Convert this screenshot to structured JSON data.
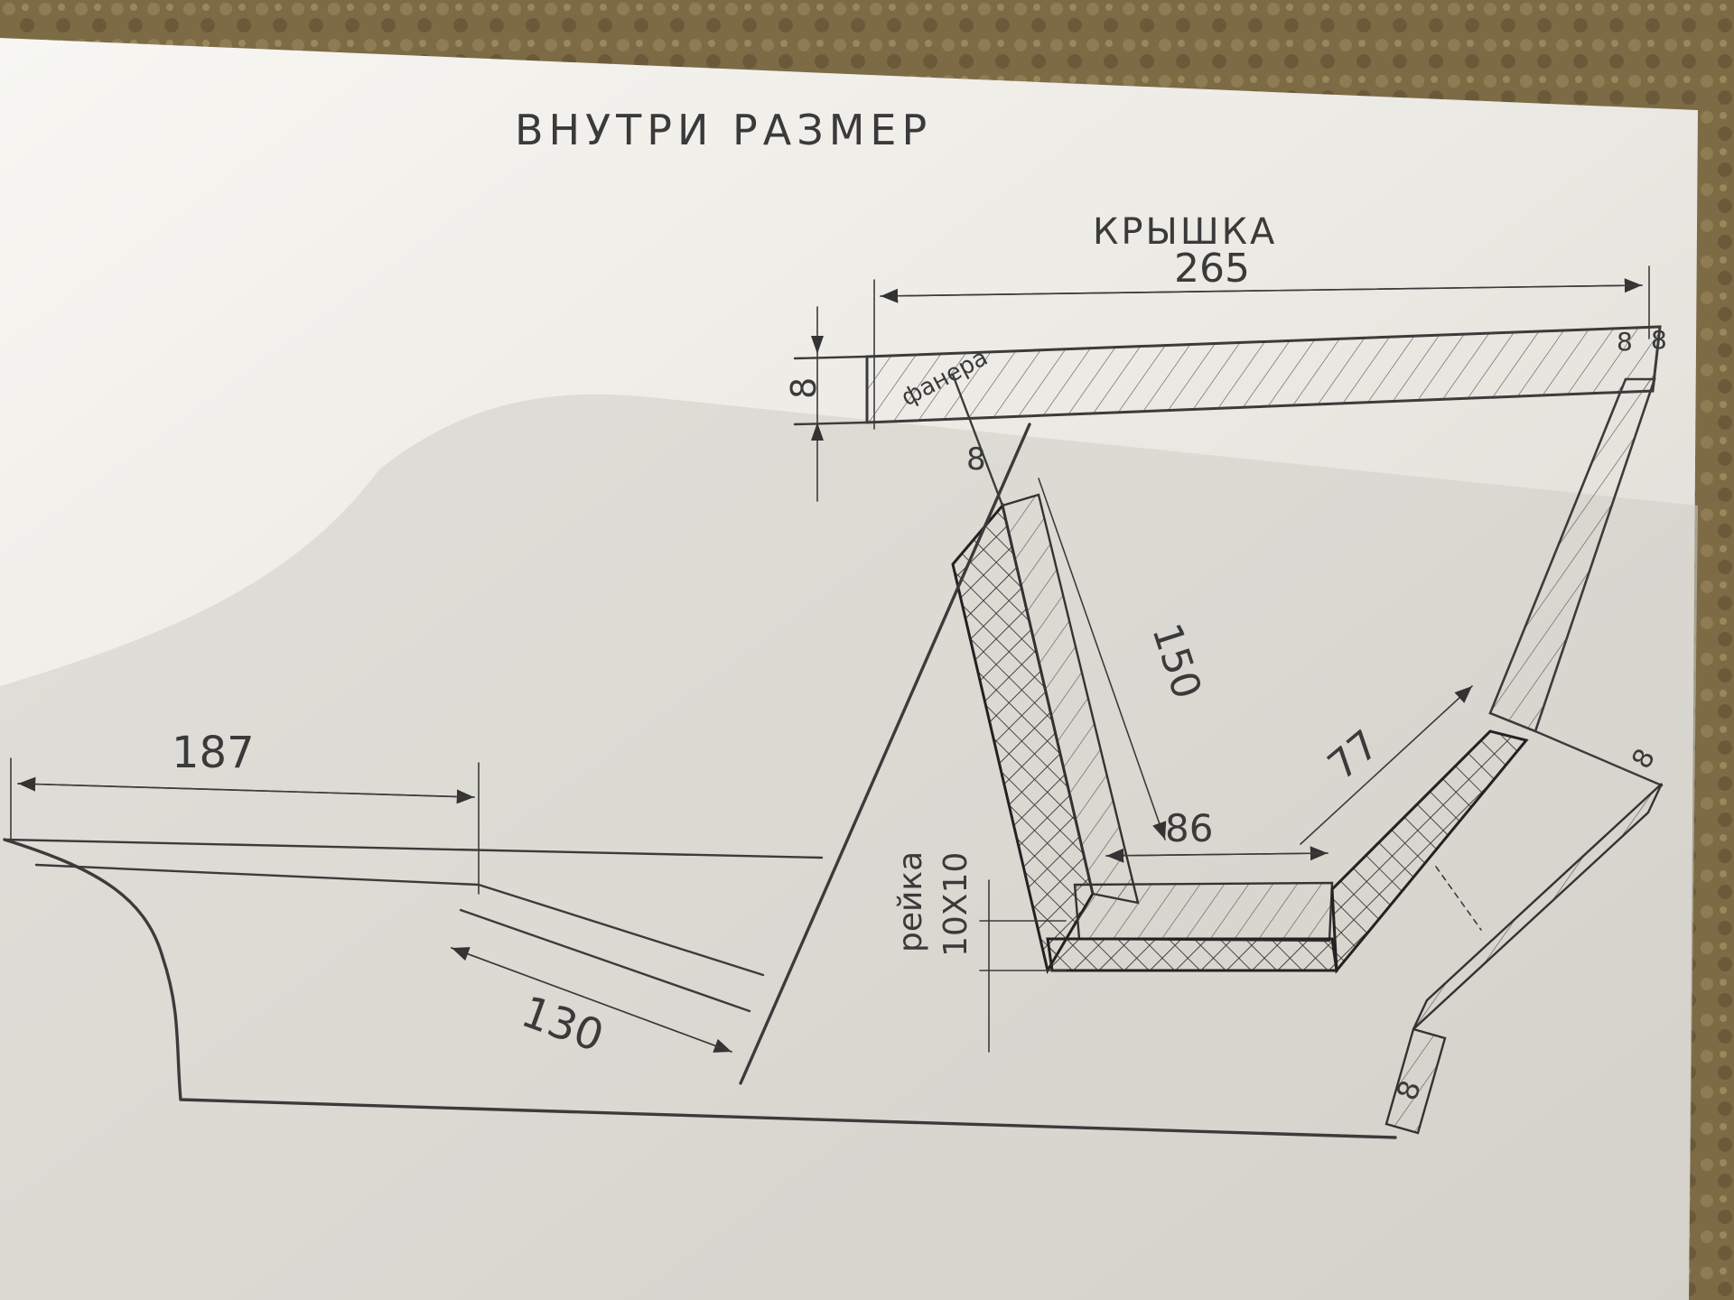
{
  "sketch": {
    "title": "ВНУТРИ РАЗМЕР",
    "lid_label": "КРЫШКА",
    "lid_width": "265",
    "veneer_label": "фанера",
    "top_thickness": "8",
    "side_thickness_left": "8",
    "side_thickness_right": "8",
    "slant_length": "150",
    "inner_bottom": "86",
    "slope_right": "77",
    "slat_label": "рейка",
    "slat_size": "10Х10",
    "right_wall_thickness": "8",
    "far_right_thickness": "8",
    "left_top_length": "187",
    "left_slope_length": "130",
    "small_right_label": "8"
  },
  "colors": {
    "paper": "#f4f3ef",
    "paper_shade": "#d7d5cf",
    "pencil": "#3b3b3b",
    "tablecloth": "#7a6a47"
  }
}
